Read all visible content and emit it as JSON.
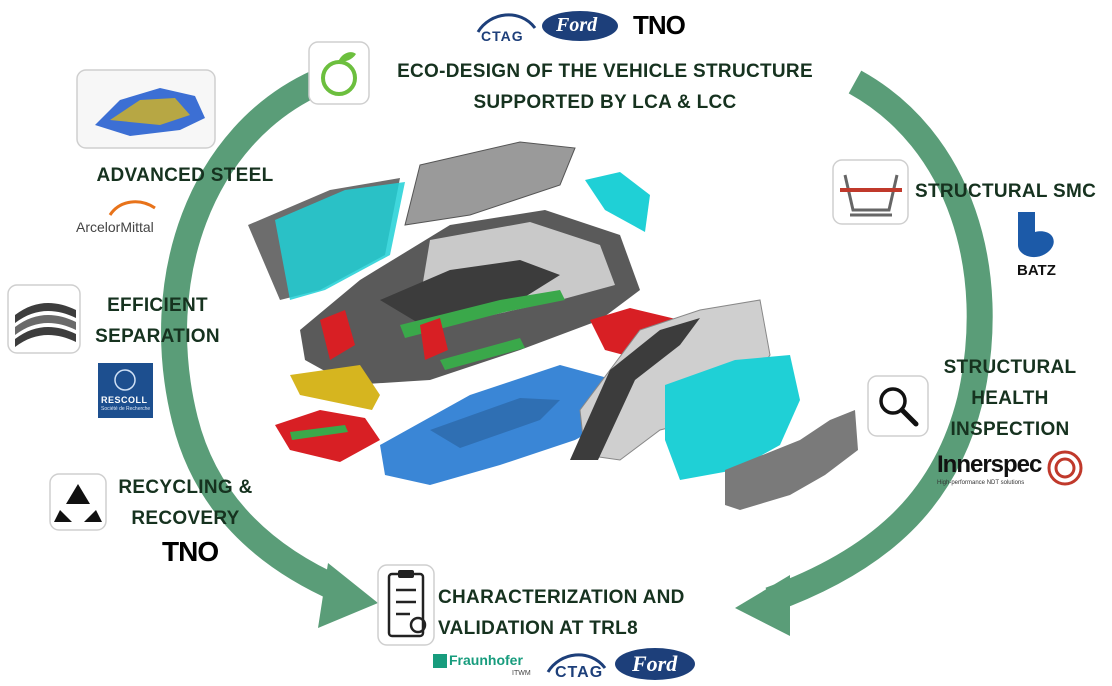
{
  "steps": {
    "eco_design": [
      "ECO-DESIGN OF THE VEHICLE STRUCTURE",
      "SUPPORTED BY LCA & LCC"
    ],
    "advanced_steel": "ADVANCED STEEL",
    "efficient_separation": [
      "EFFICIENT",
      "SEPARATION"
    ],
    "recycling": [
      "RECYCLING &",
      "RECOVERY"
    ],
    "characterization": [
      "CHARACTERIZATION AND",
      "VALIDATION AT TRL8"
    ],
    "structural_smc": "STRUCTURAL SMC",
    "structural_health": [
      "STRUCTURAL",
      "HEALTH",
      "INSPECTION"
    ]
  },
  "logos": {
    "ctag": "CTAG",
    "ford": "Ford",
    "tno": "TNO",
    "arcelormittal": "ArcelorMittal",
    "rescoll": "RESCOLL",
    "rescoll_sub": "Société de Recherche",
    "batz": "BATZ",
    "innerspec": "Innerspec",
    "innerspec_tag": "High-performance NDT solutions",
    "fraunhofer": "Fraunhofer",
    "fraunhofer_sub": "ITWM"
  },
  "icons": {
    "eco": "apple-leaf-icon",
    "recycle": "recycle-icon",
    "magnifier": "magnifier-icon",
    "checklist": "checklist-icon",
    "smc": "smc-profile-icon",
    "layers": "steel-layers-icon"
  },
  "colors": {
    "cycle_arrow": "#5a9d78",
    "text": "#16321f",
    "cyan_parts": "#1fd0d6",
    "blue_floor": "#3a86d6",
    "red_parts": "#d81f24",
    "green_parts": "#3aa84a",
    "dark_frame": "#3c3c3c",
    "yellow_parts": "#d6b51f"
  }
}
